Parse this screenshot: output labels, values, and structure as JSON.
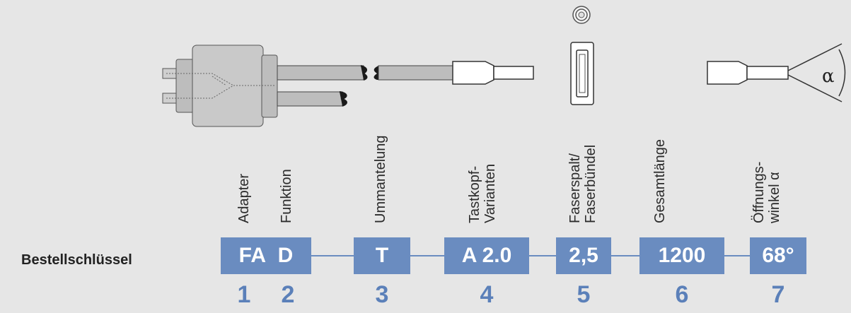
{
  "labels": {
    "adapter": "Adapter",
    "funktion": "Funktion",
    "ummantelung": "Ummantelung",
    "tastkopf_line1": "Tastkopf-",
    "tastkopf_line2": "Varianten",
    "faser_line1": "Faserspalt/",
    "faser_line2": "Faserbündel",
    "gesamtlaenge": "Gesamtlänge",
    "oeffnung_line1": "Öffnungs-",
    "oeffnung_line2": "winkel α"
  },
  "alpha_symbol": "α",
  "order_key": {
    "label": "Bestellschlüssel",
    "codes": {
      "adapter": "FA",
      "funktion": "D",
      "ummantelung": "T",
      "tastkopf": "A 2.0",
      "faser": "2,5",
      "laenge": "1200",
      "winkel": "68°"
    },
    "numbers": [
      "1",
      "2",
      "3",
      "4",
      "5",
      "6",
      "7"
    ]
  },
  "colors": {
    "box": "#6a8cc0",
    "number": "#5b80b9",
    "background": "#e6e6e6"
  }
}
